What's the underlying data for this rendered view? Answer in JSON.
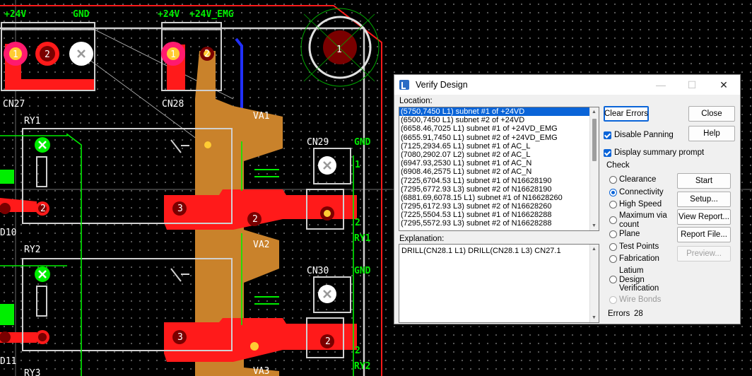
{
  "board": {
    "top_labels": [
      "+24V",
      "GND",
      "+24V",
      "+24V_EMG"
    ],
    "component_labels": [
      "CN27",
      "CN28",
      "RY1",
      "RY2",
      "RY3",
      "VA1",
      "VA2",
      "VA3",
      "CN29",
      "CN30",
      "D10",
      "D11"
    ],
    "side_labels": [
      "GND",
      "RY1",
      "GND",
      "RY2"
    ],
    "pin_numbers": [
      "1",
      "2",
      "1",
      "2",
      "1",
      "2",
      "3",
      "2",
      "2",
      "3",
      "2",
      "2"
    ],
    "big_pad_number": "1",
    "colors": {
      "top_copper": "#ff1a1a",
      "bottom_copper": "#c9822b",
      "silkscreen": "#ffffff",
      "outline": "#00ee00",
      "pad": "#7a0000"
    }
  },
  "dialog": {
    "title": "Verify Design",
    "window_buttons": {
      "minimize": "—",
      "maximize": "☐",
      "close": "✕"
    },
    "location_label": "Location:",
    "locations": [
      "(5750,7450 L1) subnet #1 of +24VD",
      "(6500,7450 L1) subnet #2 of +24VD",
      "(6658.46,7025 L1) subnet #1 of +24VD_EMG",
      "(6655.91,7450 L1) subnet #2 of +24VD_EMG",
      "(7125,2934.65 L1) subnet #1 of AC_L",
      "(7080,2902.07 L2) subnet #2 of AC_L",
      "(6947.93,2530 L1) subnet #1 of AC_N",
      "(6908.46,2575 L1) subnet #2 of AC_N",
      "(7225,6704.53 L1) subnet #1 of N16628190",
      "(7295,6772.93 L3) subnet #2 of N16628190",
      "(6881.69,6078.15 L1) subnet #1 of N16628260",
      "(7295,6172.93 L3) subnet #2 of N16628260",
      "(7225,5504.53 L1) subnet #1 of N16628288",
      "(7295,5572.93 L3) subnet #2 of N16628288"
    ],
    "explanation_label": "Explanation:",
    "explanation_text": "DRILL(CN28.1 L1) DRILL(CN28.1 L3) CN27.1",
    "buttons": {
      "clear_errors": "Clear Errors",
      "close": "Close",
      "help": "Help",
      "start": "Start",
      "setup": "Setup...",
      "view_report": "View Report...",
      "report_file": "Report File...",
      "preview": "Preview..."
    },
    "checkboxes": {
      "disable_panning": "Disable Panning",
      "display_summary": "Display summary prompt"
    },
    "check_label": "Check",
    "checks": [
      "Clearance",
      "Connectivity",
      "High Speed",
      "Maximum via count",
      "Plane",
      "Test Points",
      "Fabrication",
      "Latium Design Verification",
      "Wire Bonds"
    ],
    "selected_check": "Connectivity",
    "errors_label": "Errors",
    "errors_count": "28"
  }
}
